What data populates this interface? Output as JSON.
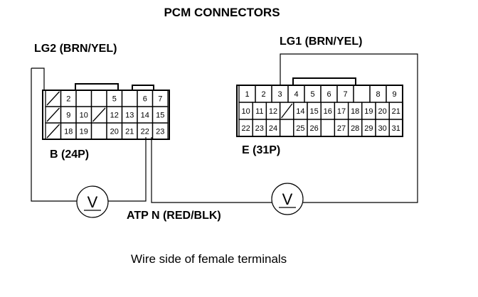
{
  "title": "PCM CONNECTORS",
  "caption": "Wire side of female terminals",
  "wire_label": "ATP N (RED/BLK)",
  "connector_b": {
    "wire_label": "LG2 (BRN/YEL)",
    "name": "B (24P)",
    "rows": [
      [
        "/",
        "2",
        "",
        "",
        "5",
        "",
        "6",
        "7"
      ],
      [
        "/",
        "9",
        "10",
        "/",
        "12",
        "13",
        "14",
        "15"
      ],
      [
        "/",
        "18",
        "19",
        "",
        "20",
        "21",
        "22",
        "23"
      ]
    ]
  },
  "connector_e": {
    "wire_label": "LG1 (BRN/YEL)",
    "name": "E (31P)",
    "rows": [
      [
        "1",
        "2",
        "3",
        "4",
        "5",
        "6",
        "7",
        "",
        "8",
        "9"
      ],
      [
        "10",
        "11",
        "12",
        "/",
        "14",
        "15",
        "16",
        "17",
        "18",
        "19",
        "20",
        "21"
      ],
      [
        "22",
        "23",
        "24",
        "",
        "25",
        "26",
        "",
        "27",
        "28",
        "29",
        "30",
        "31"
      ]
    ]
  },
  "meter_symbol": "V"
}
